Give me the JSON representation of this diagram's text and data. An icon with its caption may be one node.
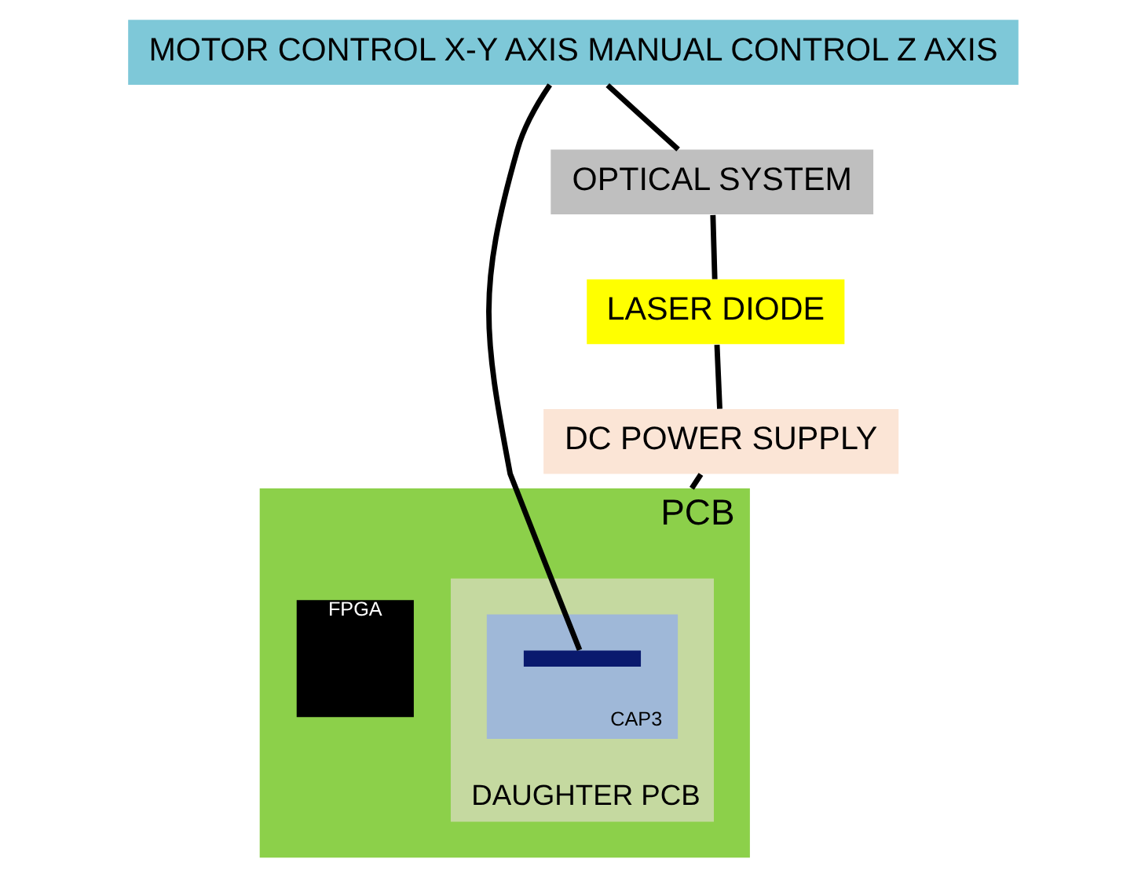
{
  "diagram": {
    "nodes": [
      {
        "text": [
          "MOTOR CONTROL X-Y AXIS MANUAL CONTROL Z AXIS"
        ]
      },
      {
        "text": [
          "PCB"
        ]
      },
      {
        "text": [
          "DAUGHTER PCB"
        ],
        "in": 1
      },
      {
        "text": [
          "CAP3"
        ],
        "in": 2
      },
      {
        "text": [],
        "shape": "bar",
        "in": 3
      },
      {
        "text": [
          "FPGA"
        ],
        "in": 1
      },
      {
        "text": [
          "OPTICAL SYSTEM"
        ]
      },
      {
        "text": [
          "LASER DIODE"
        ]
      },
      {
        "text": [
          "DC POWER SUPPLY"
        ]
      }
    ],
    "edges": [
      {
        "from": 0,
        "to": 4,
        "arrow": "none"
      },
      {
        "from": 0,
        "to": 6,
        "arrow": "none"
      },
      {
        "from": 6,
        "to": 7,
        "arrow": "none"
      },
      {
        "from": 7,
        "to": 8,
        "arrow": "none"
      },
      {
        "from": 8,
        "to": 1,
        "arrow": "none"
      }
    ]
  }
}
